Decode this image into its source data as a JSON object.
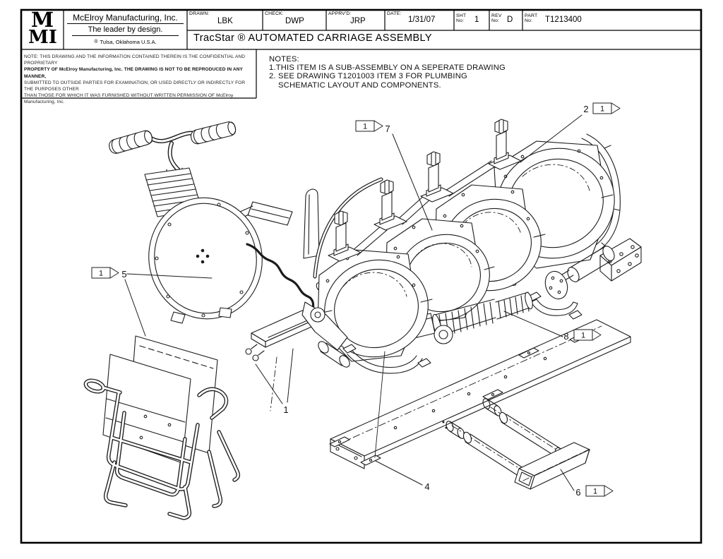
{
  "title_block": {
    "logo_top": "M",
    "logo_bottom": "MI",
    "company": "McElroy Manufacturing, Inc.",
    "tagline": "The leader by design.",
    "reg_mark": "®",
    "location": "Tulsa, Oklahoma U.S.A.",
    "drawn_label": "DRAWN:",
    "drawn": "LBK",
    "check_label": "CHECK:",
    "check": "DWP",
    "apprvd_label": "APPRV'D:",
    "apprvd": "JRP",
    "date_label": "DATE:",
    "date": "1/31/07",
    "sht_label_1": "SHT",
    "sht_label_2": "No:",
    "sht": "1",
    "rev_label_1": "REV",
    "rev_label_2": "No:",
    "rev": "D",
    "part_label_1": "PART",
    "part_label_2": "No:",
    "part": "T1213400",
    "drawing_title": "TracStar ® AUTOMATED CARRIAGE ASSEMBLY"
  },
  "confidential_note": {
    "line1": "NOTE: THIS DRAWING AND THE INFORMATION CONTAINED THEREIN IS THE CONFIDENTIAL AND PROPRIETARY",
    "line2": "PROPERTY OF McElroy Manufacturing, Inc. THE DRAWING IS NOT TO BE REPRODUCED IN ANY MANNER,",
    "line3": "SUBMITTED TO OUTSIDE PARTIES FOR EXAMINATION, OR USED DIRECTLY OR INDIRECTLY FOR THE PURPOSES OTHER",
    "line4": "THAN THOSE FOR WHICH IT WAS FURNISHED WITHOUT WRITTEN PERMISSION OF McElroy Manufacturing, Inc."
  },
  "notes": {
    "heading": "NOTES:",
    "line1": "1.THIS ITEM IS A SUB-ASSEMBLY ON A SEPERATE DRAWING",
    "line2": "2. SEE DRAWING T1201003 ITEM 3 FOR PLUMBING",
    "line3": "SCHEMATIC LAYOUT AND COMPONENTS."
  },
  "callouts": {
    "c1": {
      "number": "1"
    },
    "c2": {
      "number": "2",
      "flag": "1"
    },
    "c4": {
      "number": "4"
    },
    "c5": {
      "number": "5",
      "flag": "1"
    },
    "c6": {
      "number": "6",
      "flag": "1"
    },
    "c7": {
      "number": "7",
      "flag": "1"
    },
    "c8": {
      "number": "8",
      "flag": "1"
    }
  },
  "colors": {
    "ink": "#000000",
    "paper": "#ffffff"
  }
}
